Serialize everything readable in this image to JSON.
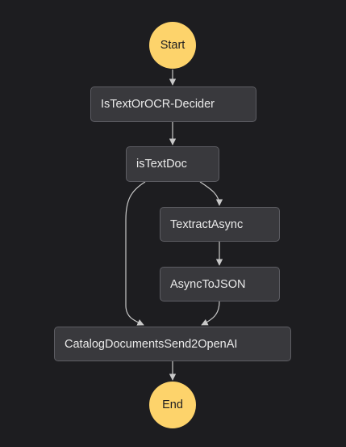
{
  "colors": {
    "background": "#1d1d20",
    "state_fill": "#39393d",
    "state_border": "#5d5d63",
    "terminal_fill": "#fdd36b",
    "edge": "#c8c8c8"
  },
  "nodes": {
    "start": "Start",
    "is_text_or_ocr_decider": "IsTextOrOCR-Decider",
    "is_text_doc": "isTextDoc",
    "textract_async": "TextractAsync",
    "async_to_json": "AsyncToJSON",
    "catalog_documents_send": "CatalogDocumentsSend2OpenAI",
    "end": "End"
  },
  "edges": [
    {
      "from": "start",
      "to": "is_text_or_ocr_decider"
    },
    {
      "from": "is_text_or_ocr_decider",
      "to": "is_text_doc"
    },
    {
      "from": "is_text_doc",
      "to": "textract_async"
    },
    {
      "from": "is_text_doc",
      "to": "catalog_documents_send"
    },
    {
      "from": "textract_async",
      "to": "async_to_json"
    },
    {
      "from": "async_to_json",
      "to": "catalog_documents_send"
    },
    {
      "from": "catalog_documents_send",
      "to": "end"
    }
  ]
}
